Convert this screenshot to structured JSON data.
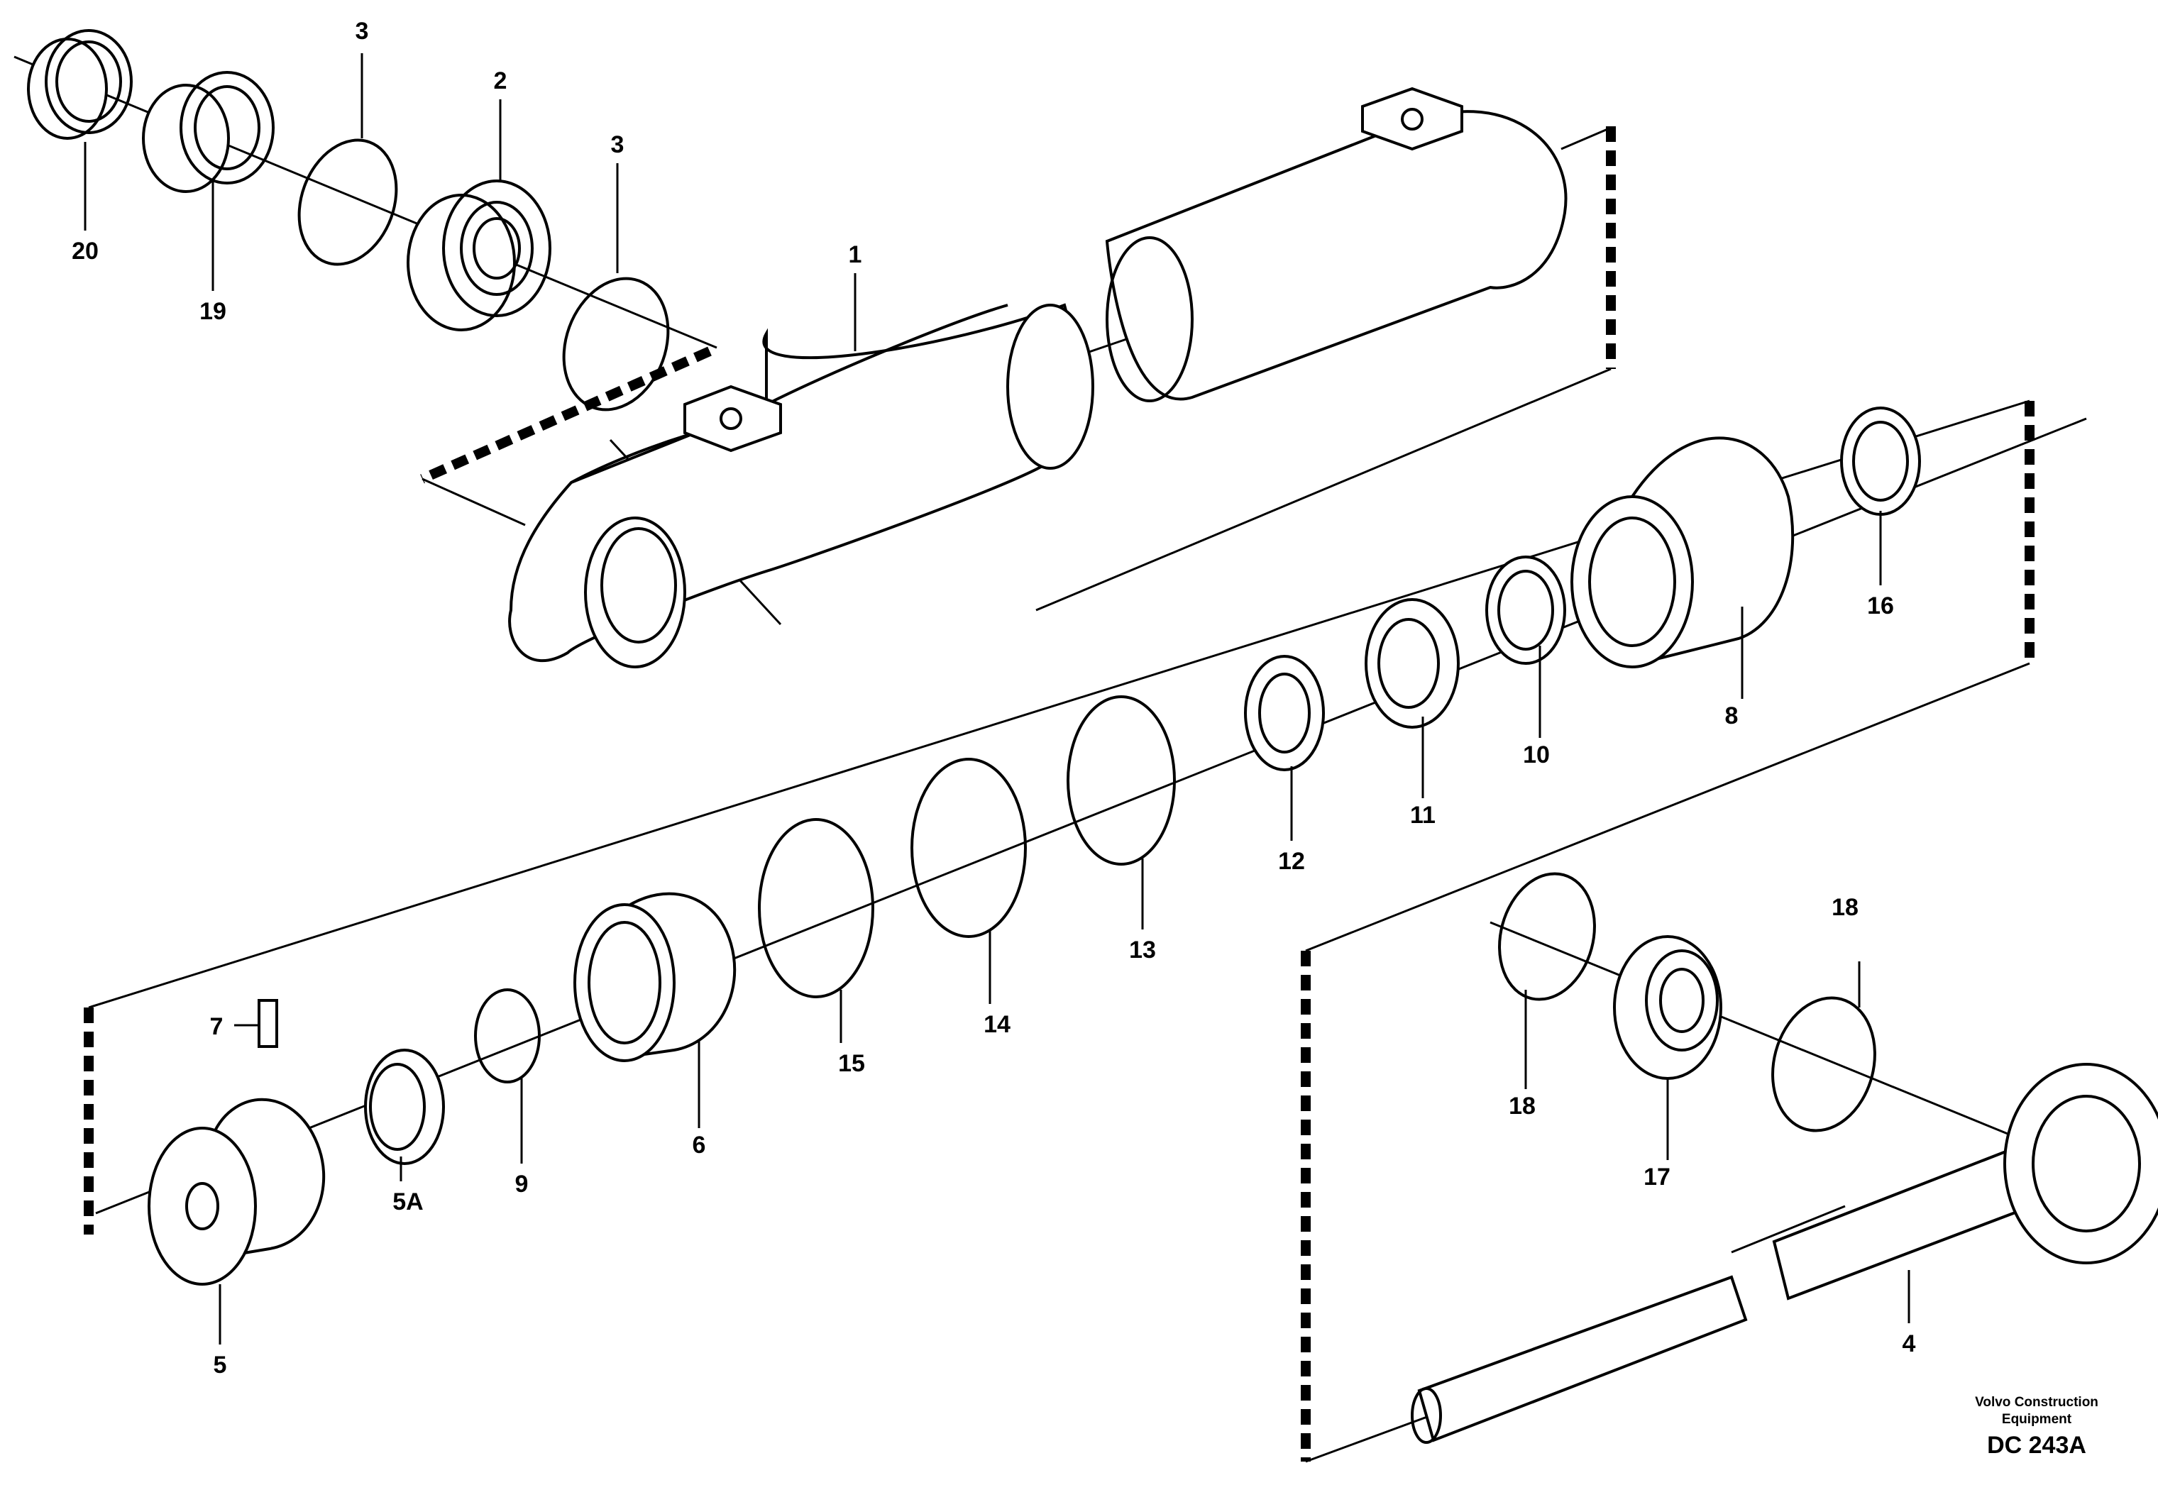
{
  "labels": {
    "l1": "1",
    "l2": "2",
    "l3a": "3",
    "l3b": "3",
    "l4": "4",
    "l5": "5",
    "l5a": "5A",
    "l6": "6",
    "l7": "7",
    "l8": "8",
    "l9": "9",
    "l10": "10",
    "l11": "11",
    "l12": "12",
    "l13": "13",
    "l14": "14",
    "l15": "15",
    "l16": "16",
    "l17": "17",
    "l18a": "18",
    "l18b": "18",
    "l19": "19",
    "l20": "20"
  },
  "footer": {
    "brand_line1": "Volvo Construction",
    "brand_line2": "Equipment",
    "code": "DC 243A"
  }
}
